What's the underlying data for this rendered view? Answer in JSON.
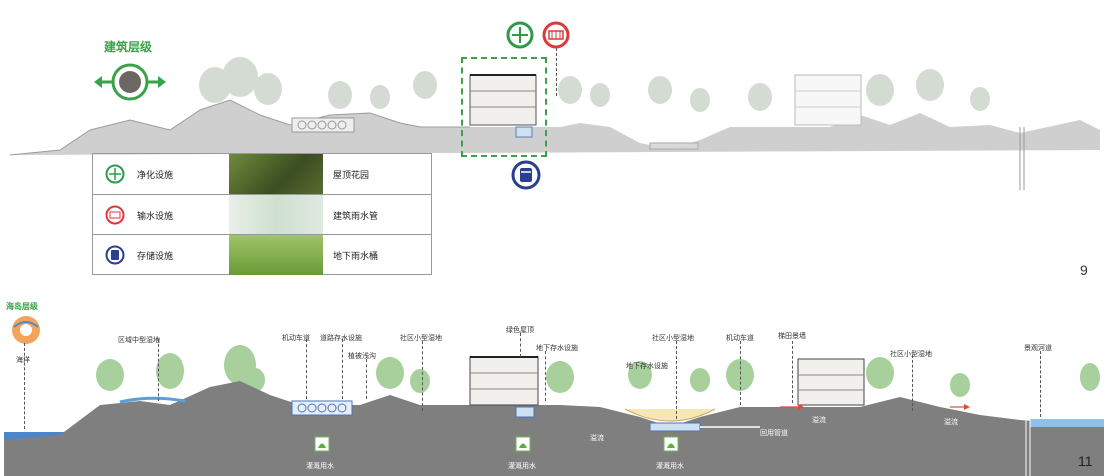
{
  "top": {
    "title": "建筑层级",
    "page_number": "9",
    "legend": [
      {
        "facility": "净化设施",
        "example": "屋顶花园",
        "color": "#2e9a4a",
        "icon": "purify-icon"
      },
      {
        "facility": "输水设施",
        "example": "建筑雨水管",
        "color": "#d93a3a",
        "icon": "convey-icon"
      },
      {
        "facility": "存储设施",
        "example": "地下雨水桶",
        "color": "#2a3f8f",
        "icon": "storage-icon"
      }
    ]
  },
  "bottom": {
    "title": "海岛层级",
    "page_number": "11",
    "labels": {
      "ocean": "海洋",
      "regional_wetland": "区域中型湿地",
      "motor_road_1": "机动车道",
      "road_storage": "道路存水设施",
      "bioswale": "植被浅沟",
      "community_wetland_1": "社区小型湿地",
      "green_roof": "绿色屋顶",
      "underground_storage_1": "地下存水设施",
      "community_wetland_2": "社区小型湿地",
      "underground_storage_2": "地下存水设施",
      "motor_road_2": "机动车道",
      "terrace_wall": "梯田景墙",
      "community_wetland_3": "社区小型湿地",
      "landscape_river": "景观河道",
      "overflow_1": "溢流",
      "overflow_2": "溢流",
      "overflow_3": "溢流",
      "reuse_pipe": "回用管道",
      "irrigation_1": "灌溉用水",
      "irrigation_2": "灌溉用水",
      "irrigation_3": "灌溉用水"
    }
  }
}
